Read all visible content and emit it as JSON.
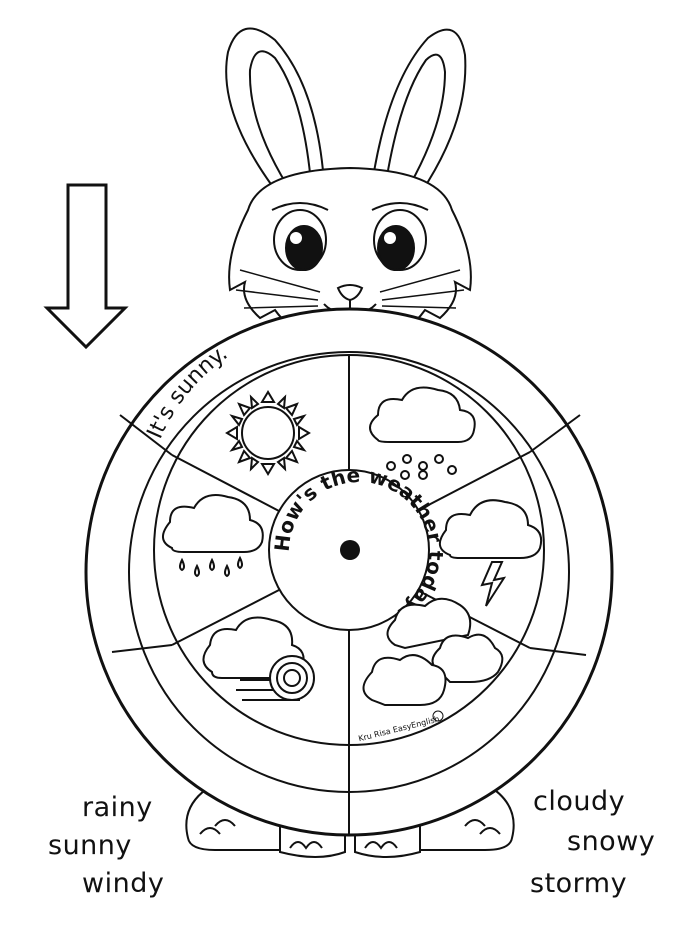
{
  "wheel": {
    "ring_phrase": "It's sunny.",
    "center_question": "How's the weather today?",
    "credit": "Kru Risa EasyEnglish"
  },
  "word_bank": {
    "left": [
      "rainy",
      "sunny",
      "windy"
    ],
    "right": [
      "cloudy",
      "snowy",
      "stormy"
    ]
  },
  "icons": {
    "sectors": [
      "sun-icon",
      "snow-cloud-icon",
      "storm-cloud-icon",
      "clouds-icon",
      "wind-cloud-icon",
      "rain-cloud-icon"
    ],
    "pointer": "arrow-down-icon",
    "character": "bunny-illustration"
  },
  "colors": {
    "ink": "#111111",
    "paper": "#ffffff"
  }
}
